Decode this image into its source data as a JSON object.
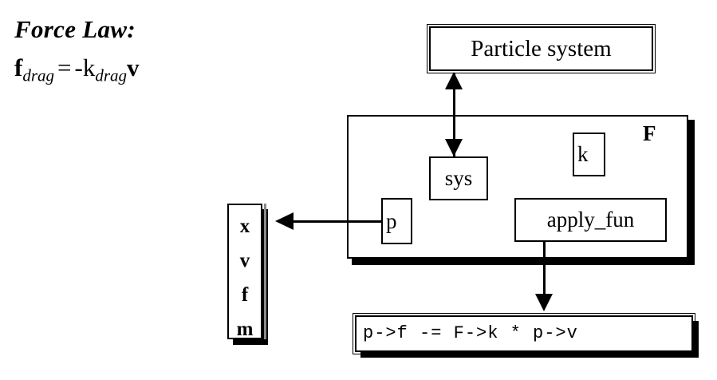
{
  "force_law": {
    "title": "Force Law:",
    "equation": {
      "lhs_symbol": "f",
      "lhs_subscript": "drag",
      "equals": "=",
      "minus": "-",
      "rhs_symbol": "k",
      "rhs_subscript": "drag",
      "rhs_vector": "v",
      "plain_text": "f_drag = -k_drag v"
    }
  },
  "diagram": {
    "particle_system_label": "Particle system",
    "force_struct": {
      "label": "F",
      "fields": [
        {
          "name": "sys",
          "label": "sys"
        },
        {
          "name": "k",
          "label": "k"
        },
        {
          "name": "p",
          "label": "p"
        },
        {
          "name": "apply_fun",
          "label": "apply_fun"
        }
      ]
    },
    "particle_struct": {
      "fields": [
        "x",
        "v",
        "f",
        "m"
      ]
    },
    "code_line": "p->f -= F->k * p->v",
    "connectors": [
      {
        "name": "particle-system-to-sys",
        "type": "double-arrow-vertical"
      },
      {
        "name": "p-to-particle",
        "type": "arrow-left"
      },
      {
        "name": "apply-fun-to-code",
        "type": "arrow-down"
      }
    ]
  },
  "colors": {
    "ink": "#000000",
    "paper": "#ffffff",
    "shadow": "#000000",
    "rule": "#8a8a8a"
  }
}
